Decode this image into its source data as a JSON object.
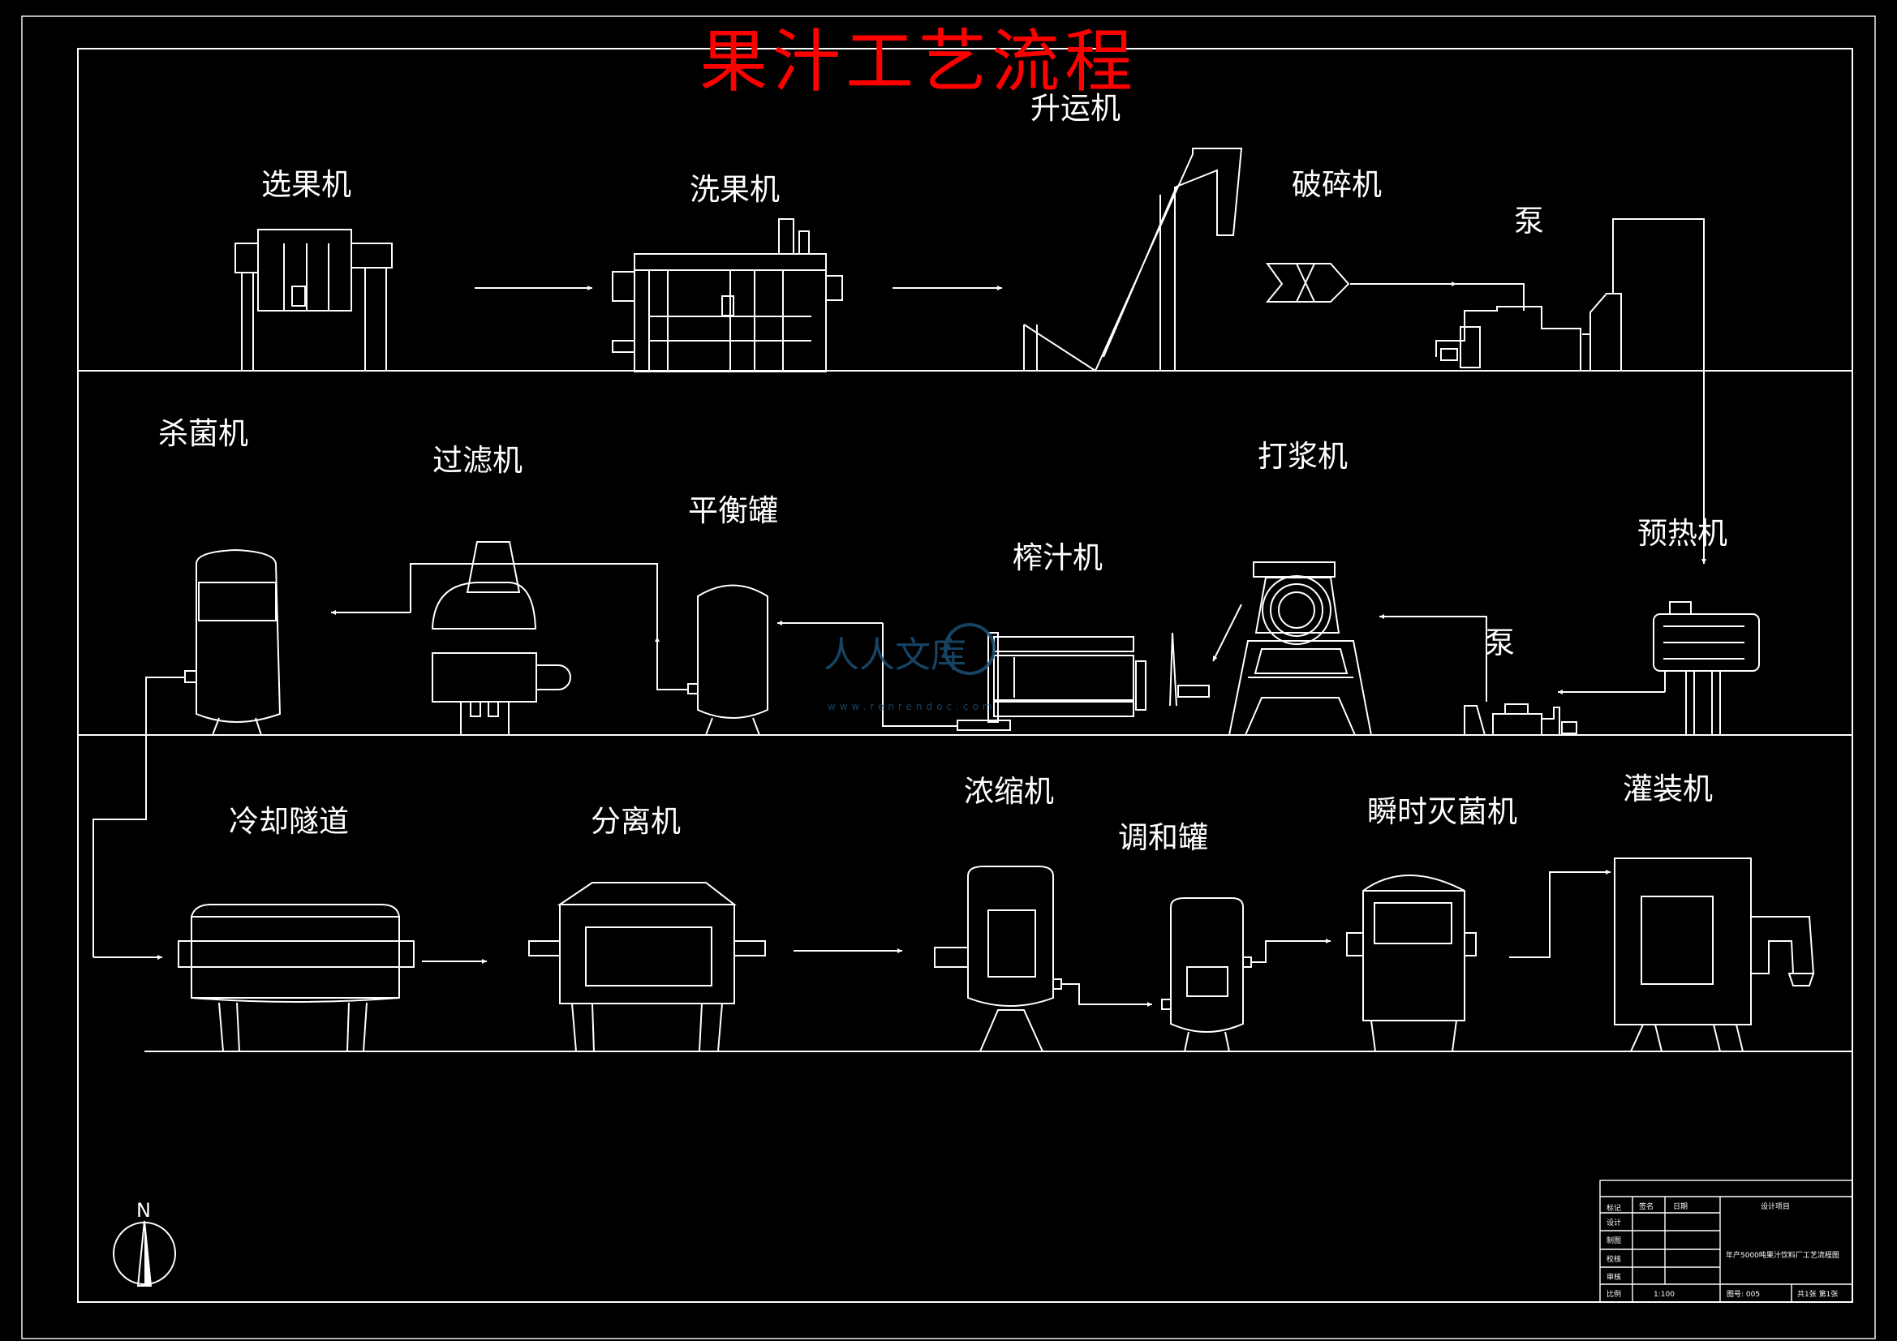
{
  "title": "果汁工艺流程",
  "colors": {
    "background": "#000000",
    "lines": "#ffffff",
    "title": "#ff0000",
    "watermark": "#1c4f74"
  },
  "equipment": {
    "row1": {
      "fruit_sorter": "选果机",
      "fruit_washer": "洗果机",
      "elevator": "升运机",
      "crusher": "破碎机",
      "pump": "泵"
    },
    "row2": {
      "sterilizer": "杀菌机",
      "filter": "过滤机",
      "balance_tank": "平衡罐",
      "juice_press": "榨汁机",
      "pulper": "打浆机",
      "pump": "泵",
      "preheater": "预热机"
    },
    "row3": {
      "cooling_tunnel": "冷却隧道",
      "separator": "分离机",
      "concentrator": "浓缩机",
      "blending_tank": "调和罐",
      "flash_sterilizer": "瞬时灭菌机",
      "filler": "灌装机"
    }
  },
  "compass": {
    "north": "N"
  },
  "watermark": {
    "text": "人人文库",
    "url": "www.renrendoc.com"
  },
  "title_block": {
    "headers": [
      "标记",
      "签名",
      "日期"
    ],
    "rows": [
      "设计",
      "制图",
      "校核",
      "审核",
      "比例"
    ],
    "scale": "1:100",
    "project_label": "设计项目",
    "drawing_name": "年产5000吨果汁饮料厂工艺流程图",
    "drawing_no": "图号: 005",
    "sheet": "共1张 第1张"
  }
}
